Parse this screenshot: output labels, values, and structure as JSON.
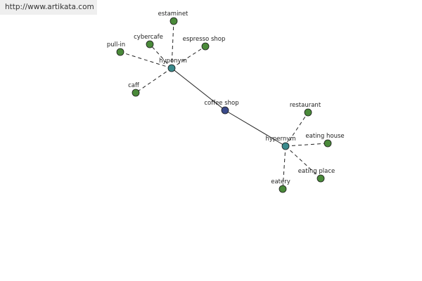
{
  "source_url": "http://www.artikata.com",
  "colors": {
    "center_node": "#3a4a8a",
    "hub_node": "#3a8a8c",
    "leaf_node": "#4a8a3a",
    "edge": "#222222",
    "url_bar_bg": "#efefef"
  },
  "graph": {
    "center": {
      "id": "coffee-shop",
      "label": "coffee shop"
    },
    "hubs": [
      {
        "id": "hyponym",
        "label": "hyponym"
      },
      {
        "id": "hypernym",
        "label": "hypernym"
      }
    ],
    "leaves": [
      {
        "id": "estaminet",
        "label": "estaminet",
        "hub": "hyponym"
      },
      {
        "id": "cybercafe",
        "label": "cybercafe",
        "hub": "hyponym"
      },
      {
        "id": "espresso-shop",
        "label": "espresso shop",
        "hub": "hyponym"
      },
      {
        "id": "pull-in",
        "label": "pull-in",
        "hub": "hyponym"
      },
      {
        "id": "caff",
        "label": "caff",
        "hub": "hyponym"
      },
      {
        "id": "restaurant",
        "label": "restaurant",
        "hub": "hypernym"
      },
      {
        "id": "eating-house",
        "label": "eating house",
        "hub": "hypernym"
      },
      {
        "id": "eating-place",
        "label": "eating place",
        "hub": "hypernym"
      },
      {
        "id": "eatery",
        "label": "eatery",
        "hub": "hypernym"
      }
    ]
  }
}
